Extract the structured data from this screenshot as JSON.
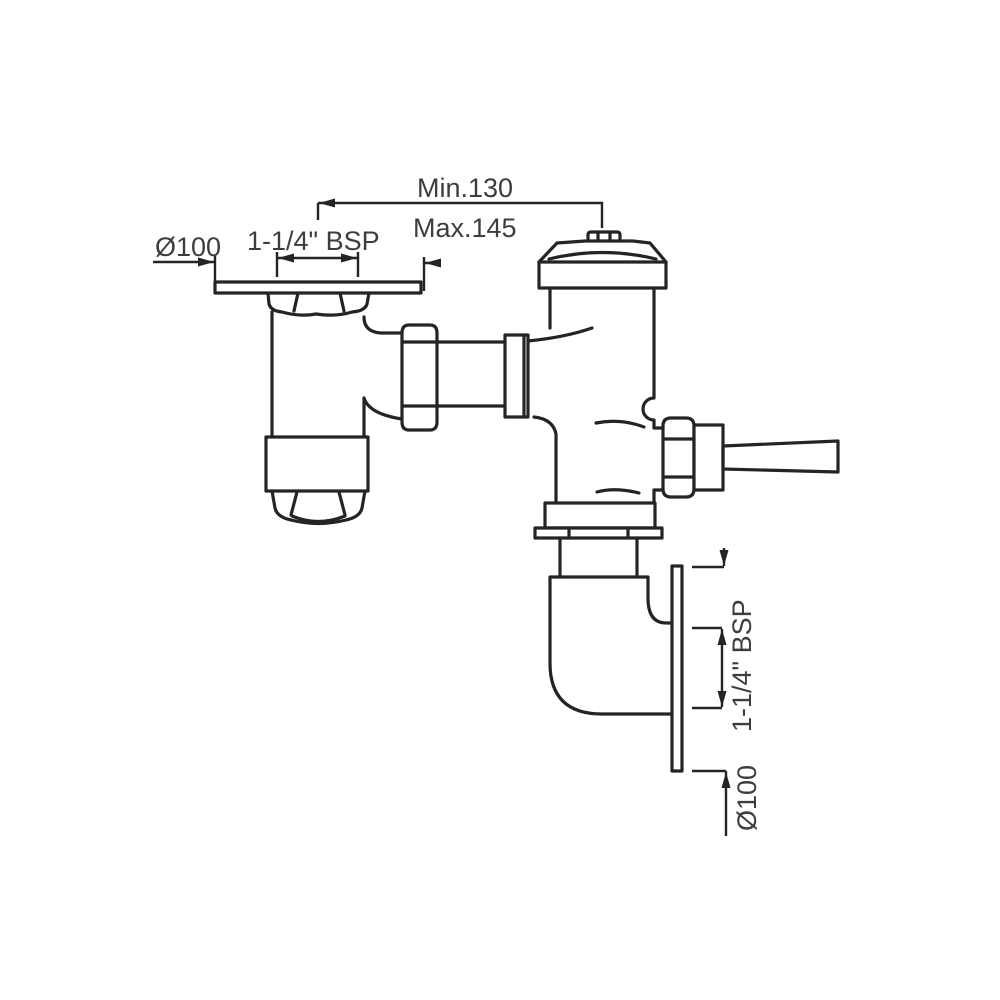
{
  "drawing": {
    "type": "technical-dimension-drawing",
    "subject": "wall-mounted flush valve with lever handle, inlet flange and outlet elbow",
    "labels": {
      "offset_min": "Min.130",
      "offset_max": "Max.145",
      "inlet_flange_diameter": "Ø100",
      "inlet_thread": "1-1/4\" BSP",
      "outlet_thread": "1-1/4\" BSP",
      "outlet_flange_diameter": "Ø100"
    },
    "dimension_values": {
      "offset_min_mm": 130,
      "offset_max_mm": 145,
      "inlet_flange_mm": 100,
      "outlet_flange_mm": 100
    },
    "colors": {
      "line": "#242424",
      "text": "#3d3d3d",
      "background": "#ffffff"
    }
  }
}
